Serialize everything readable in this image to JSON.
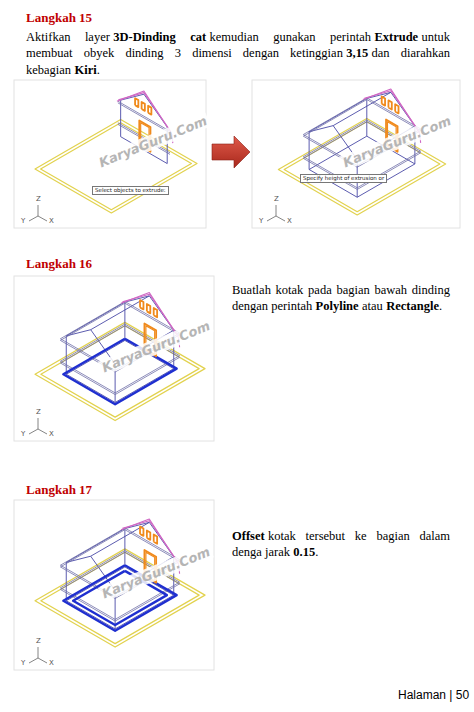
{
  "diagram": {
    "nodes": [
      {
        "text": [
          "Select objects to extrude:"
        ]
      },
      {
        "text": [
          "Specify height of extrusion or"
        ]
      }
    ],
    "labels": [
      "Langkah 15",
      "Aktifkan layer",
      "3D-Dinding cat",
      "kemudian gunakan perintah",
      "Extrude",
      "untuk membuat obyek dinding 3 dimensi dengan ketinggian",
      "3,15",
      "dan diarahkan kebagian",
      "Kiri",
      ".",
      "KaryaGuru.Com",
      "Y",
      "Z",
      "X",
      "KaryaGuru.Com",
      "Y",
      "Z",
      "X",
      "Langkah 16",
      "Buatlah kotak pada bagian bawah dinding dengan perintah",
      "Polyline",
      "atau",
      "Rectangle",
      ".",
      "KaryaGuru.Com",
      "Y",
      "Z",
      "X",
      "Langkah 17",
      "Offset",
      "kotak tersebut ke bagian dalam denga jarak",
      "0.15",
      ".",
      "KaryaGuru.Com",
      "Y",
      "Z",
      "X",
      "Halaman | 50"
    ]
  }
}
